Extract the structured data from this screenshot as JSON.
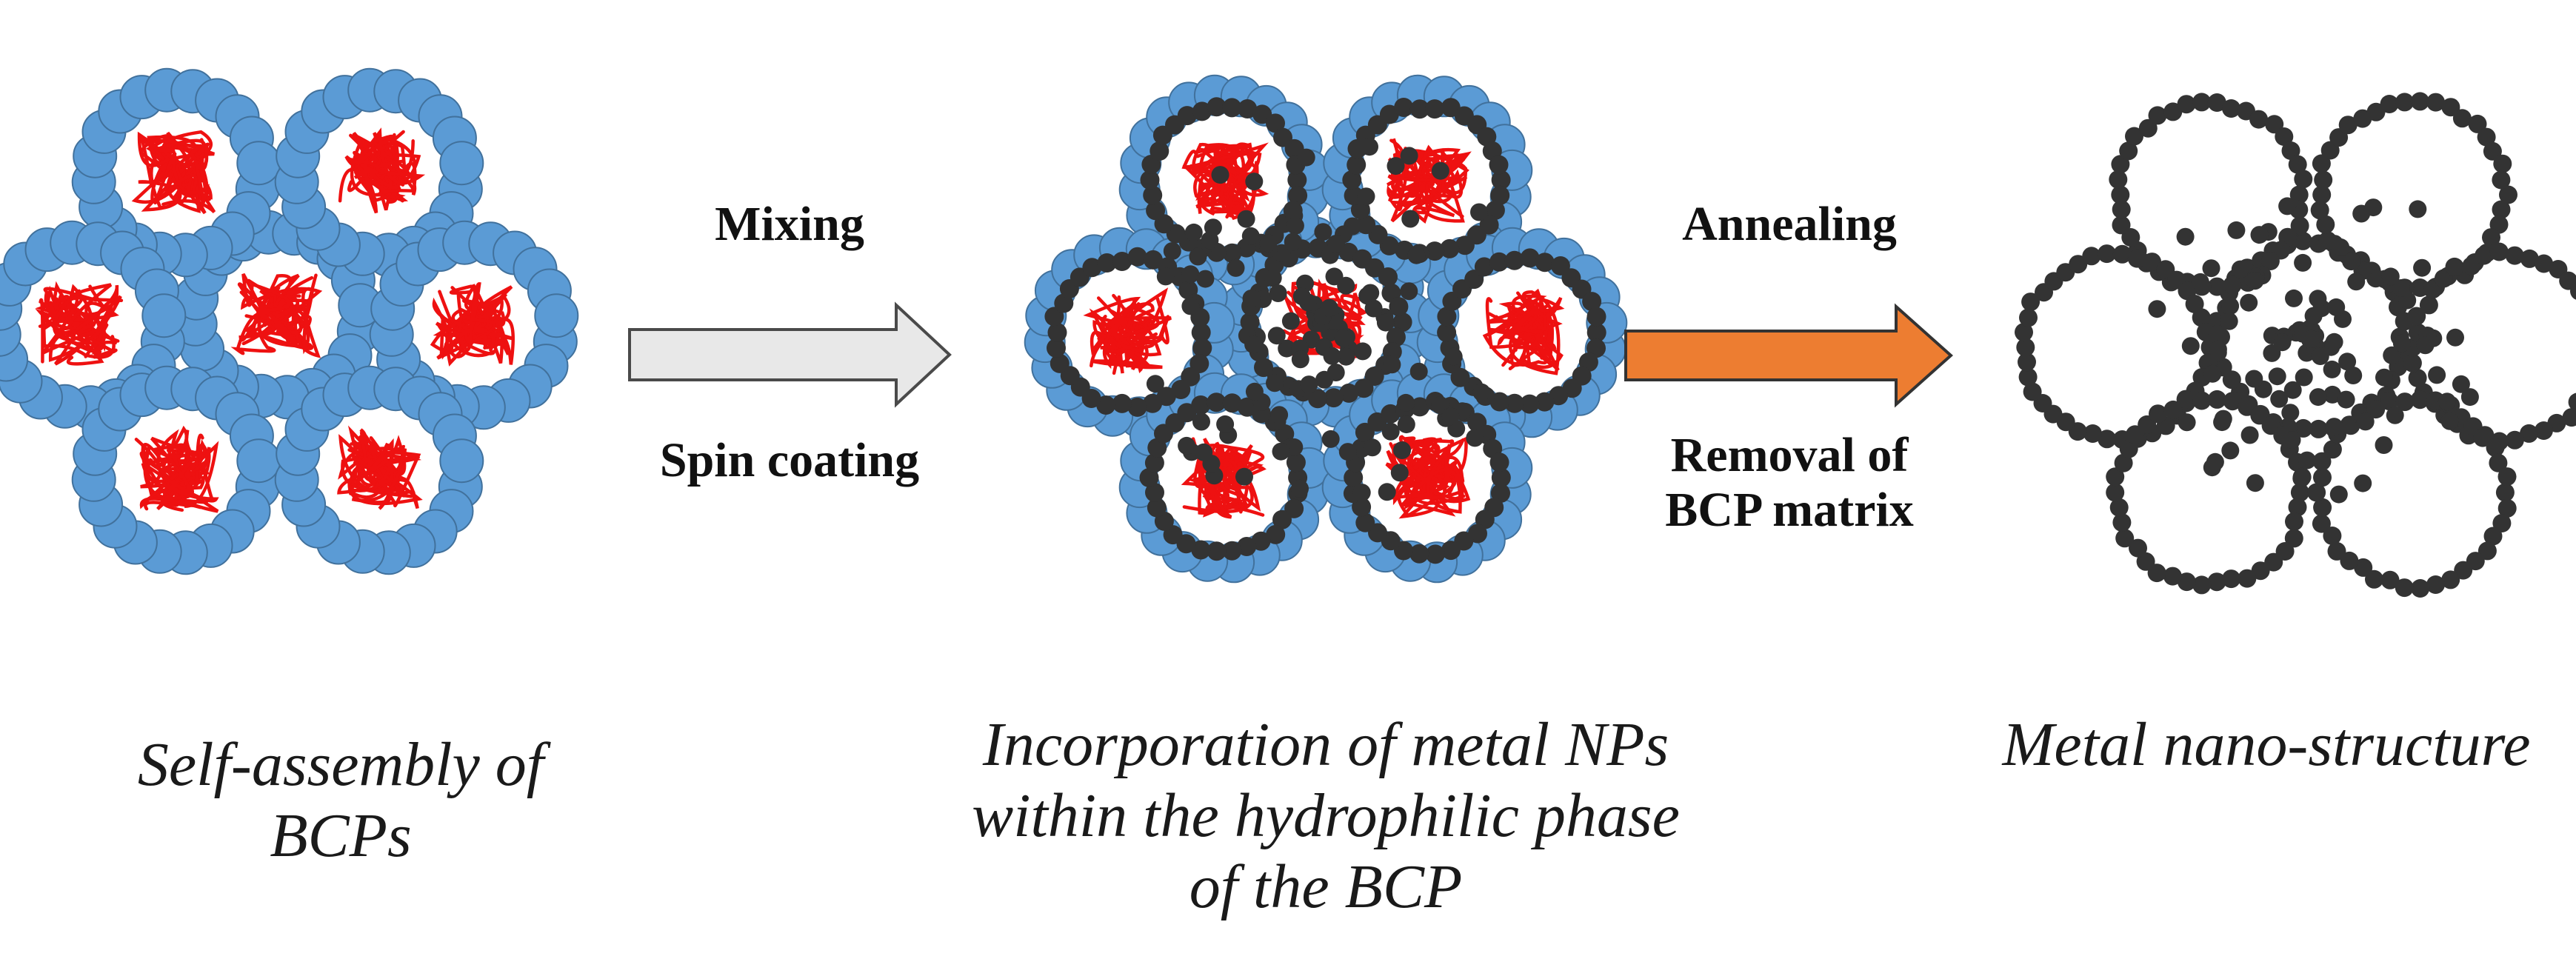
{
  "stages": [
    {
      "id": "bcp",
      "caption_lines": [
        "Self-assembly of",
        "BCPs"
      ]
    },
    {
      "id": "incorporation",
      "caption_lines": [
        "Incorporation of metal NPs",
        "within the hydrophilic phase",
        "of the BCP"
      ]
    },
    {
      "id": "metal",
      "caption_lines": [
        "Metal nano-structure"
      ]
    }
  ],
  "arrows": [
    {
      "id": "mix",
      "top_label": "Mixing",
      "bottom_label_lines": [
        "Spin coating"
      ],
      "fill": "#e8e8e8",
      "stroke": "#4a4a4a"
    },
    {
      "id": "anneal",
      "top_label": "Annealing",
      "bottom_label_lines": [
        "Removal of",
        "BCP matrix"
      ],
      "fill": "#ed7d31",
      "stroke": "#333333"
    }
  ],
  "colors": {
    "micelle_corona": "#5b9bd5",
    "micelle_corona_edge": "#41719c",
    "micelle_core_chains": "#ee1111",
    "metal_nanoparticle": "#333333"
  },
  "icons": {
    "micelle": "micelle-icon",
    "chain_tangle": "polymer-chain-icon",
    "nanoparticle": "nanoparticle-icon"
  }
}
